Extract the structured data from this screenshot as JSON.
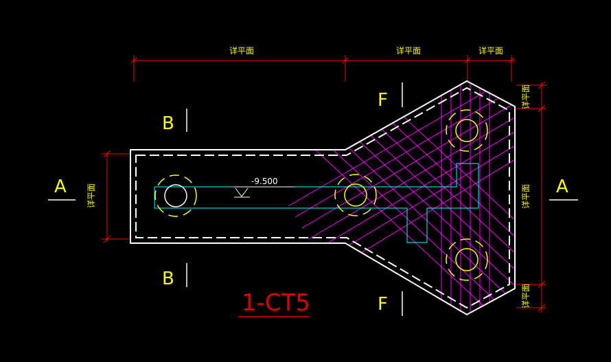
{
  "drawing": {
    "title": "1-CT5",
    "elevation": "-9.500",
    "dimension_label": "详平面",
    "side_dimension_label": "详平面",
    "section_labels": {
      "a_left": "A",
      "a_right": "A",
      "b_top": "B",
      "b_bottom": "B",
      "f_top": "F",
      "f_bottom": "F"
    },
    "colors": {
      "outline": "#ffffff",
      "dimension": "#ff0000",
      "text": "#ffff00",
      "rebar": "#ff00ff",
      "centerline": "#00ffff",
      "pile": "#ffff00"
    }
  }
}
